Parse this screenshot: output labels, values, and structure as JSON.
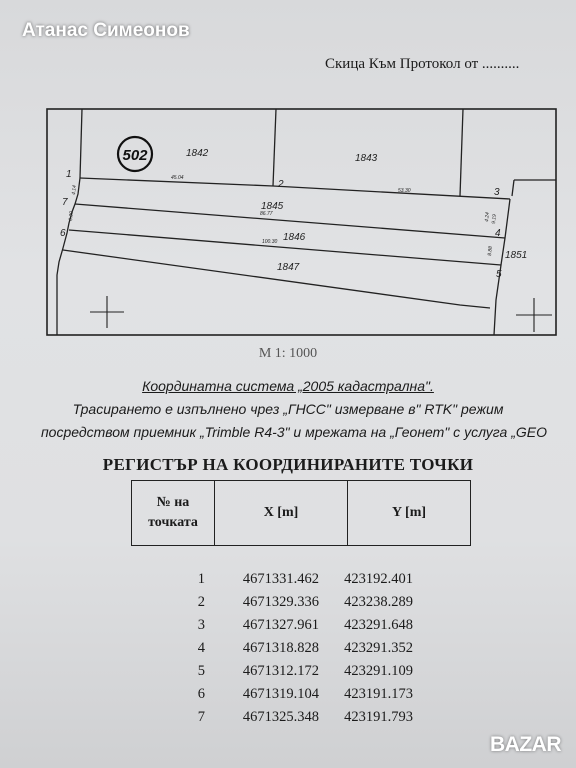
{
  "seller_name": "Атанас Симеонов",
  "header_text": "Скица Към Протокол от ..........",
  "sketch": {
    "stamp": "502",
    "parcels": [
      "1842",
      "1843",
      "1845",
      "1846",
      "1847",
      "1851"
    ],
    "points": [
      "1",
      "2",
      "3",
      "4",
      "5",
      "6",
      "7"
    ],
    "distances": [
      "45.04",
      "53.30",
      "86.77",
      "100.30"
    ],
    "side_dims": [
      "4.14",
      "6.30",
      "9.19",
      "4.24",
      "8.88"
    ]
  },
  "scale_label": "М 1: 1000",
  "coord_system_line": "Координатна система „2005 кадастрална\".",
  "tracing_line": "Трасирането е изпълнено чрез „ГНСС\" измерване в\" RTK\" режим",
  "receiver_line": "посредством приемник „Trimble R4-3\" и мрежата на „Геонет\" с услуга „GEO",
  "register_title": "РЕГИСТЪР НА КООРДИНИРАНИТЕ ТОЧКИ",
  "table_headers": {
    "number_line1": "№ на",
    "number_line2": "точката",
    "x": "X [m]",
    "y": "Y [m]"
  },
  "coordinates": [
    {
      "n": "1",
      "x": "4671331.462",
      "y": "423192.401"
    },
    {
      "n": "2",
      "x": "4671329.336",
      "y": "423238.289"
    },
    {
      "n": "3",
      "x": "4671327.961",
      "y": "423291.648"
    },
    {
      "n": "4",
      "x": "4671318.828",
      "y": "423291.352"
    },
    {
      "n": "5",
      "x": "4671312.172",
      "y": "423291.109"
    },
    {
      "n": "6",
      "x": "4671319.104",
      "y": "423191.173"
    },
    {
      "n": "7",
      "x": "4671325.348",
      "y": "423191.793"
    }
  ],
  "watermark": "BAZAR"
}
